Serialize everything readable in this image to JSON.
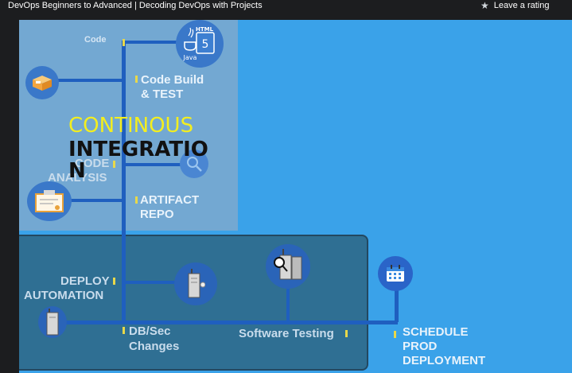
{
  "header": {
    "course_title": "DevOps Beginners to Advanced | Decoding DevOps with Projects",
    "rating_label": "Leave a rating"
  },
  "slide": {
    "ci_heading_line1": "CONTINOUS",
    "ci_heading_line2": "INTEGRATIO",
    "ci_heading_line3": "N",
    "labels": {
      "code": "Code",
      "code_build": "Code Build",
      "and_test": "& TEST",
      "code_analysis_1": "CODE",
      "code_analysis_2": "ANALYSIS",
      "artifact": "ARTIFACT",
      "repo": "REPO",
      "deploy": "DEPLOY",
      "automation": "AUTOMATION",
      "db_sec": "DB/Sec",
      "changes": "Changes",
      "software_testing": "Software Testing",
      "schedule": "SCHEDULE",
      "prod": "PROD",
      "deployment": "DEPLOYMENT"
    },
    "icons": {
      "html": "HTML",
      "html_num": "5",
      "java": "Java"
    },
    "colors": {
      "background": "#3aa2e9",
      "pipe": "#1f5fbf",
      "ci_title": "#f3ee1f"
    }
  }
}
